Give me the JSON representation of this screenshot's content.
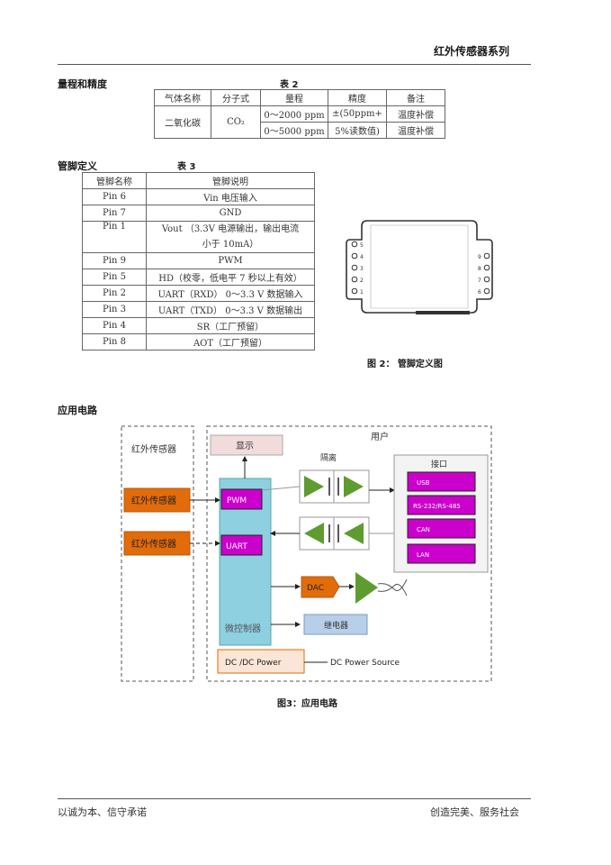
{
  "header": {
    "title": "红外传感器系列"
  },
  "section1": {
    "heading": "量程和精度",
    "table_caption": "表 2",
    "columns": [
      "气体名称",
      "分子式",
      "量程",
      "精度",
      "备注"
    ],
    "gas_name": "二氧化碳",
    "formula": "CO₂",
    "ranges": [
      "0～2000 ppm",
      "0～5000 ppm"
    ],
    "accuracy_line1": "±(50ppm+",
    "accuracy_line2": "5%读数值)",
    "remarks": [
      "温度补偿",
      "温度补偿"
    ]
  },
  "section2": {
    "heading": "管脚定义",
    "table_caption": "表 3",
    "columns": [
      "管脚名称",
      "管脚说明"
    ],
    "rows": [
      {
        "pin": "Pin 6",
        "desc": "Vin 电压输入"
      },
      {
        "pin": "Pin 7",
        "desc": "GND"
      },
      {
        "pin": "Pin 1",
        "desc": "Vout （3.3V 电源输出，输出电流",
        "desc2": "小于 10mA）"
      },
      {
        "pin": "Pin 9",
        "desc": "PWM"
      },
      {
        "pin": "Pin 5",
        "desc": "HD（校零，低电平 7 秒以上有效）"
      },
      {
        "pin": "Pin 2",
        "desc": "UART（RXD）  0～3.3 V 数据输入"
      },
      {
        "pin": "Pin 3",
        "desc": "UART（TXD）  0～3.3 V 数据输出"
      },
      {
        "pin": "Pin 4",
        "desc": "SR（工厂预留）"
      },
      {
        "pin": "Pin 8",
        "desc": "AOT（工厂预留）"
      }
    ],
    "figure_caption": "图 2：   管脚定义图",
    "left_pins": [
      "5",
      "4",
      "3",
      "2",
      "1"
    ],
    "right_pins": [
      "9",
      "8",
      "7",
      "6"
    ]
  },
  "section3": {
    "heading": "应用电路",
    "figure_caption": "图3：应用电路",
    "diagram": {
      "left_group": "红外传感器",
      "sensor1": "红外传感器",
      "sensor2": "红外传感器",
      "user_group": "用户",
      "display": "显示",
      "pwm": "PWM",
      "uart": "UART",
      "mcu": "微控制器",
      "isolation": "隔离",
      "interface": "接口",
      "usb": "USB",
      "rs": "RS-232/RS-485",
      "can": "CAN",
      "lan": "LAN",
      "dac": "DAC",
      "relay": "继电器",
      "dcdc": "DC /DC Power",
      "dcsource": "DC Power Source"
    }
  },
  "footer": {
    "left": "以诚为本、信守承诺",
    "right": "创造完美、服务社会"
  },
  "colors": {
    "orange": "#e26b0a",
    "orange_dark": "#b85a10",
    "purple": "#cc00cc",
    "cyan": "#8ecfe0",
    "green": "#5e9c2f",
    "relay_blue": "#b7cfe9",
    "display_pink": "#f2dcdb",
    "dcdc_peach": "#fbe5d6"
  }
}
